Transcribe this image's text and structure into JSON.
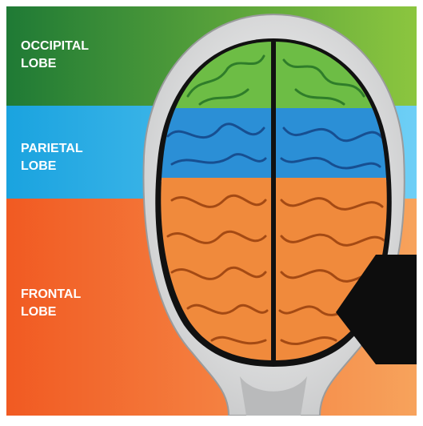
{
  "diagram": {
    "bands": [
      {
        "id": "occipital",
        "line1": "OCCIPITAL",
        "line2": "LOBE",
        "color_left": "#1f7a35",
        "color_right": "#8cc63f"
      },
      {
        "id": "parietal",
        "line1": "PARIETAL",
        "line2": "LOBE",
        "color_left": "#1aa3df",
        "color_right": "#6ecff6"
      },
      {
        "id": "frontal",
        "line1": "FRONTAL",
        "line2": "LOBE",
        "color_left": "#f15a22",
        "color_right": "#f7a35c"
      }
    ],
    "brain_colors": {
      "occipital": "#6dbd45",
      "parietal": "#2b8fd6",
      "frontal": "#f08a3c",
      "outline": "#111111",
      "skull": "#d9dadb"
    },
    "icons": [
      "brain-top-view-icon",
      "head-outline-icon",
      "arrow-pointer-icon"
    ]
  }
}
